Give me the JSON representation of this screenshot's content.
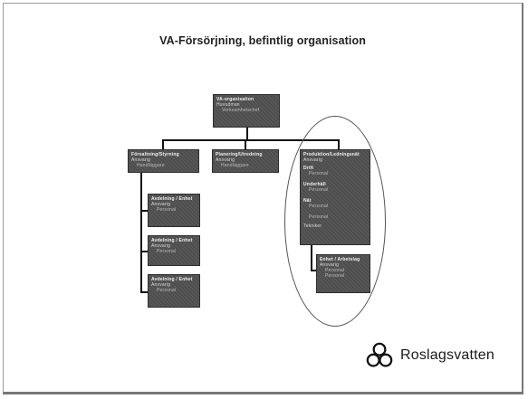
{
  "slide": {
    "title": "VA-Försörjning, befintlig organisation"
  },
  "boxes": {
    "top": [
      "VA-organisation",
      "Huvudman",
      "Verksamhetschef"
    ],
    "left": [
      "Förvaltning/Styrning",
      "Ansvarig",
      "Handläggare"
    ],
    "middle": [
      "Planering/Utredning",
      "Ansvarig",
      "Handläggare"
    ],
    "right": [
      "Produktion/Ledningsnät",
      "Ansvarig",
      "Drift",
      "Personal",
      "Underhåll",
      "Personal",
      "Nät",
      "Personal",
      "Personal",
      "Tekniker"
    ],
    "sub1": [
      "Avdelning / Enhet",
      "Ansvarig",
      "Personal"
    ],
    "sub2": [
      "Avdelning / Enhet",
      "Ansvarig",
      "Personal"
    ],
    "sub3": [
      "Avdelning / Enhet",
      "Ansvarig",
      "Personal"
    ],
    "sub4": [
      "Enhet / Arbetslag",
      "Ansvarig",
      "Personal",
      "Personal"
    ]
  },
  "logo": {
    "text": "Roslagsvatten"
  }
}
